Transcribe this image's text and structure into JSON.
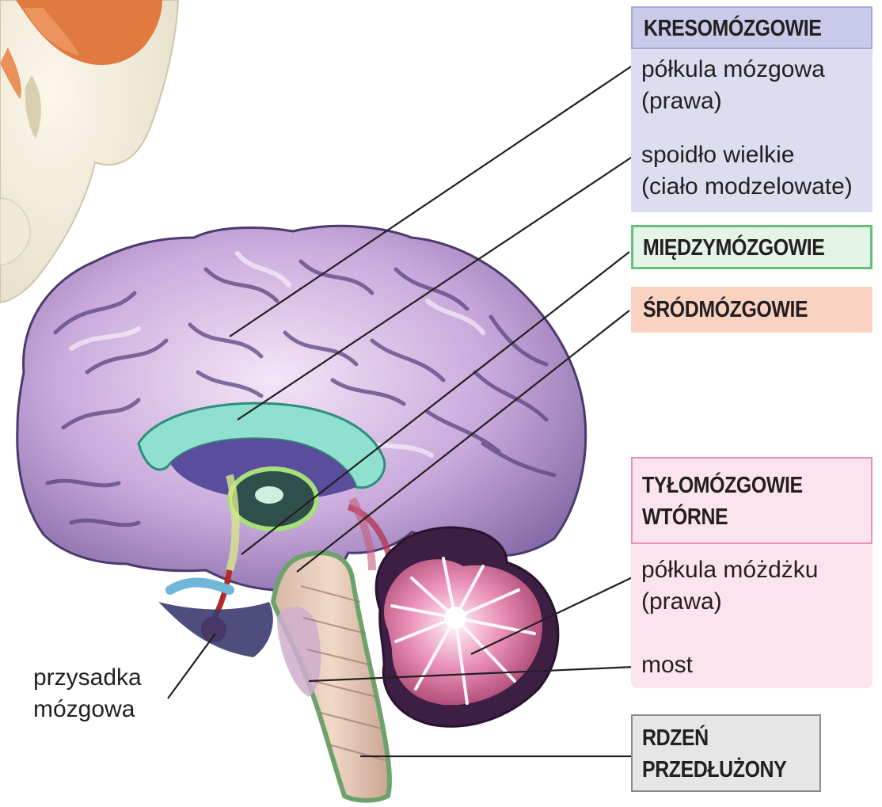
{
  "colors": {
    "telencephalon": "#ddddf0",
    "telencephalon_header": "#c9c9ea",
    "diencephalon": "#e4f4e6",
    "diencephalon_border": "#66c07a",
    "mesencephalon": "#f9d2c2",
    "rhombencephalon": "#fce4ee",
    "rhombencephalon_border": "#ea90b8",
    "medulla": "#e6e6e6",
    "medulla_border": "#8a8a8a",
    "leader_line": "#231f20"
  },
  "labels": {
    "telencephalon": {
      "header": "KRESOMÓZGOWIE",
      "items": [
        {
          "line1": "półkula mózgowa",
          "line2": "(prawa)"
        },
        {
          "line1": "spoidło wielkie",
          "line2": "(ciało modzelowate)"
        }
      ]
    },
    "diencephalon": {
      "header": "MIĘDZYMÓZGOWIE"
    },
    "mesencephalon": {
      "header": "ŚRÓDMÓZGOWIE"
    },
    "rhombencephalon": {
      "header_line1": "TYŁOMÓZGOWIE",
      "header_line2": "WTÓRNE",
      "items": [
        {
          "line1": "półkula móżdżku",
          "line2": "(prawa)"
        },
        {
          "line1": "most"
        }
      ]
    },
    "medulla": {
      "header_line1": "RDZEŃ",
      "header_line2": "PRZEDŁUŻONY"
    },
    "pituitary": {
      "line1": "przysadka",
      "line2": "mózgowa"
    }
  }
}
